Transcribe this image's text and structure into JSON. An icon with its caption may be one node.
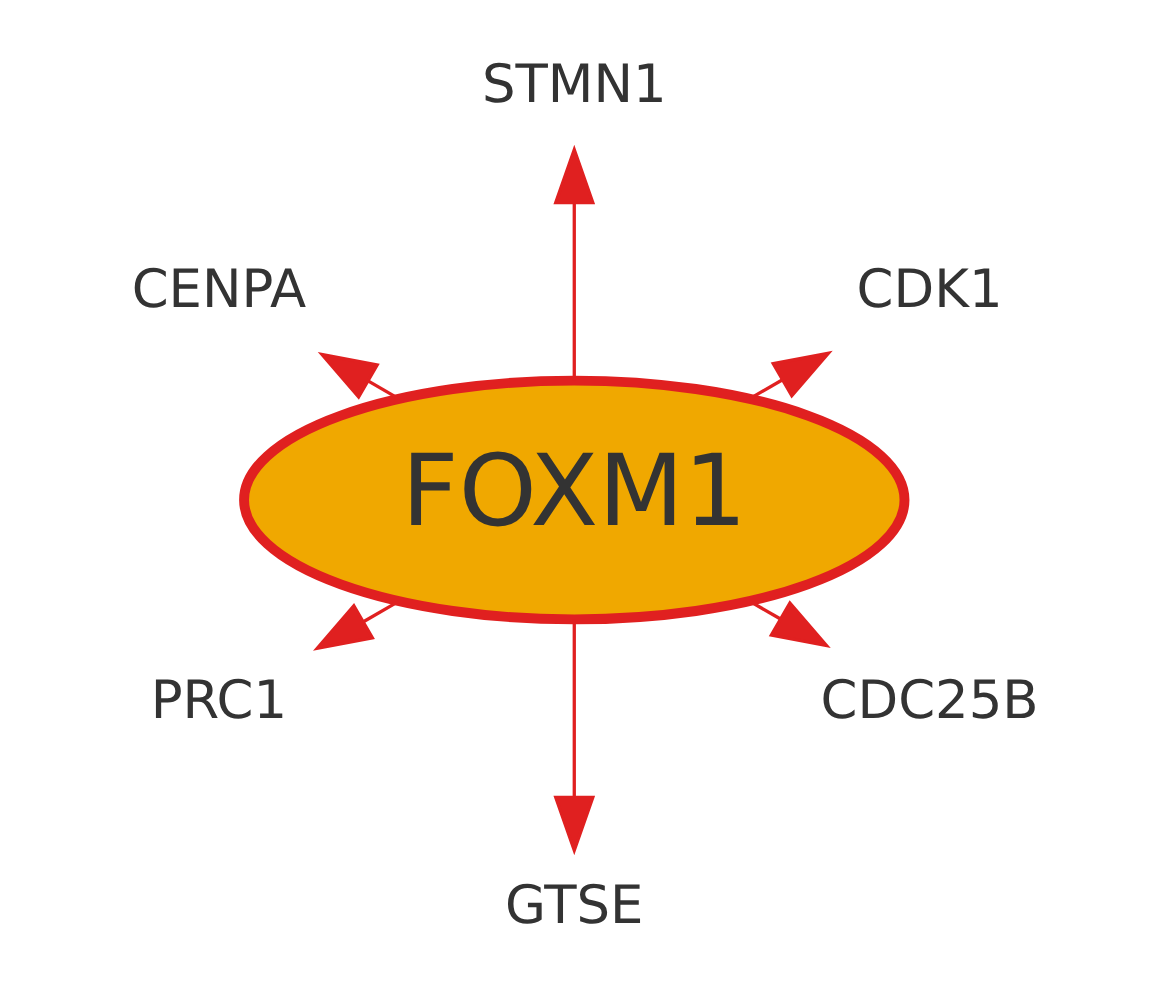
{
  "diagram": {
    "nodes": [
      {
        "text": [
          "CDK1"
        ]
      },
      {
        "text": [
          "STMN1"
        ]
      },
      {
        "text": [
          "CENPA"
        ]
      },
      {
        "text": [
          "FOXM1"
        ]
      },
      {
        "text": [
          "PRC1"
        ]
      },
      {
        "text": [
          "GTSE"
        ]
      },
      {
        "text": [
          "CDC25B"
        ]
      }
    ],
    "edges": [
      {
        "from": 3,
        "to": 0,
        "arrow": "to"
      },
      {
        "from": 3,
        "to": 1,
        "arrow": "to"
      },
      {
        "from": 3,
        "to": 2,
        "arrow": "to"
      },
      {
        "from": 3,
        "to": 4,
        "arrow": "to"
      },
      {
        "from": 3,
        "to": 5,
        "arrow": "to"
      },
      {
        "from": 3,
        "to": 6,
        "arrow": "to"
      }
    ]
  }
}
